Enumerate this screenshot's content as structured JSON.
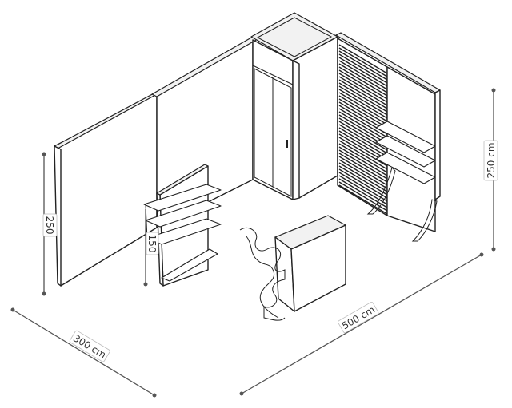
{
  "dimensions": {
    "depth_label": "300 cm",
    "width_label": "500 cm",
    "height_label": "250 cm",
    "left_wall_height_label": "250",
    "shelf_height_label": "150"
  }
}
